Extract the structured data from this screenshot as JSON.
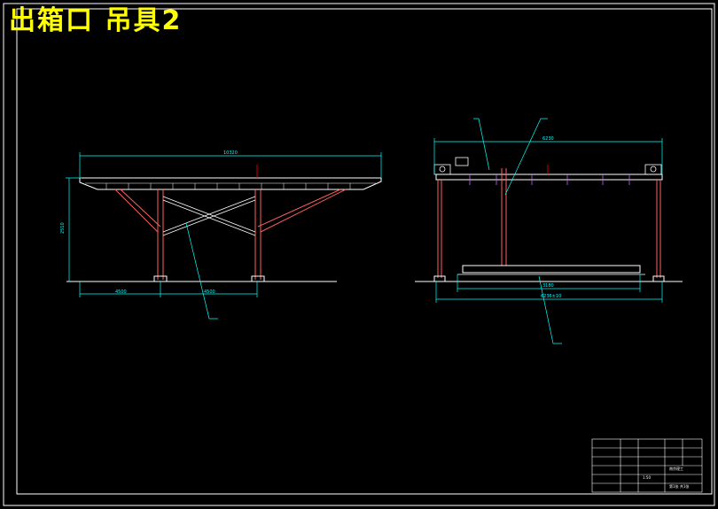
{
  "drawing": {
    "title": "出箱口 吊具2"
  },
  "front_view": {
    "overall_width": "10320",
    "height": "2510",
    "span_left": "4500",
    "span_right": "4500"
  },
  "side_view": {
    "overall_width": "6230",
    "inner_width": "3180",
    "base_width": "6236±10"
  },
  "title_block": {
    "company": "南京理工",
    "scale": "1:50",
    "sheet": "第1张 共1张"
  },
  "colors": {
    "background": "#000000",
    "frame": "#ffffff",
    "dimension": "#00ffff",
    "member": "#ff6060",
    "title": "#ffff00"
  }
}
